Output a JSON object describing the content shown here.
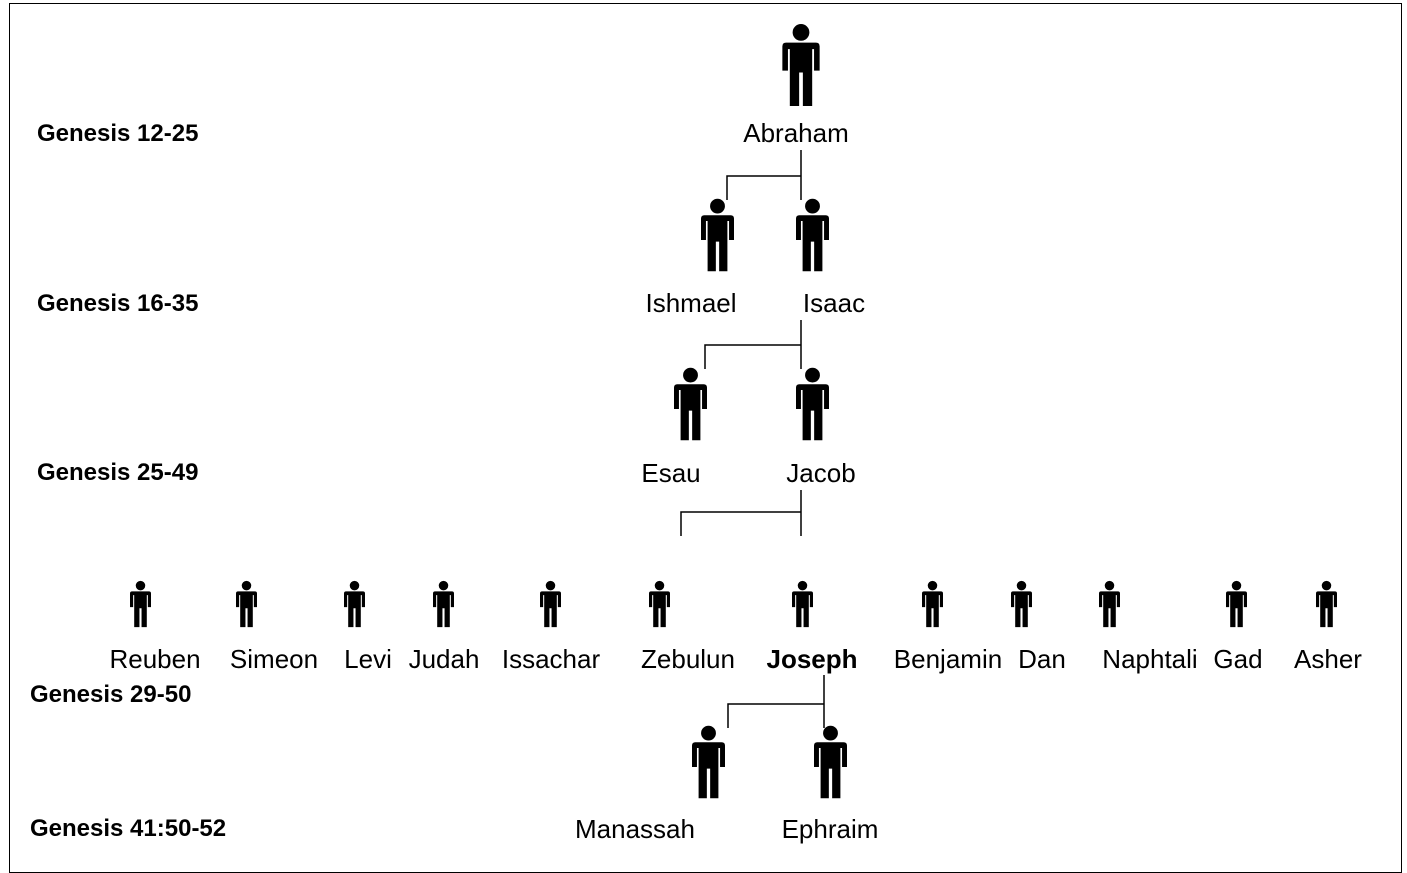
{
  "references": [
    "Genesis 12-25",
    "Genesis 16-35",
    "Genesis 25-49",
    "Genesis 29-50",
    "Genesis 41:50-52"
  ],
  "people": {
    "abraham": "Abraham",
    "ishmael": "Ishmael",
    "isaac": "Isaac",
    "esau": "Esau",
    "jacob": "Jacob",
    "reuben": "Reuben",
    "simeon": "Simeon",
    "levi": "Levi",
    "judah": "Judah",
    "issachar": "Issachar",
    "zebulun": "Zebulun",
    "joseph": "Joseph",
    "benjamin": "Benjamin",
    "dan": "Dan",
    "naphtali": "Naphtali",
    "gad": "Gad",
    "asher": "Asher",
    "manassah": "Manassah",
    "ephraim": "Ephraim"
  },
  "icon": "person-icon",
  "line_color": "#000000"
}
